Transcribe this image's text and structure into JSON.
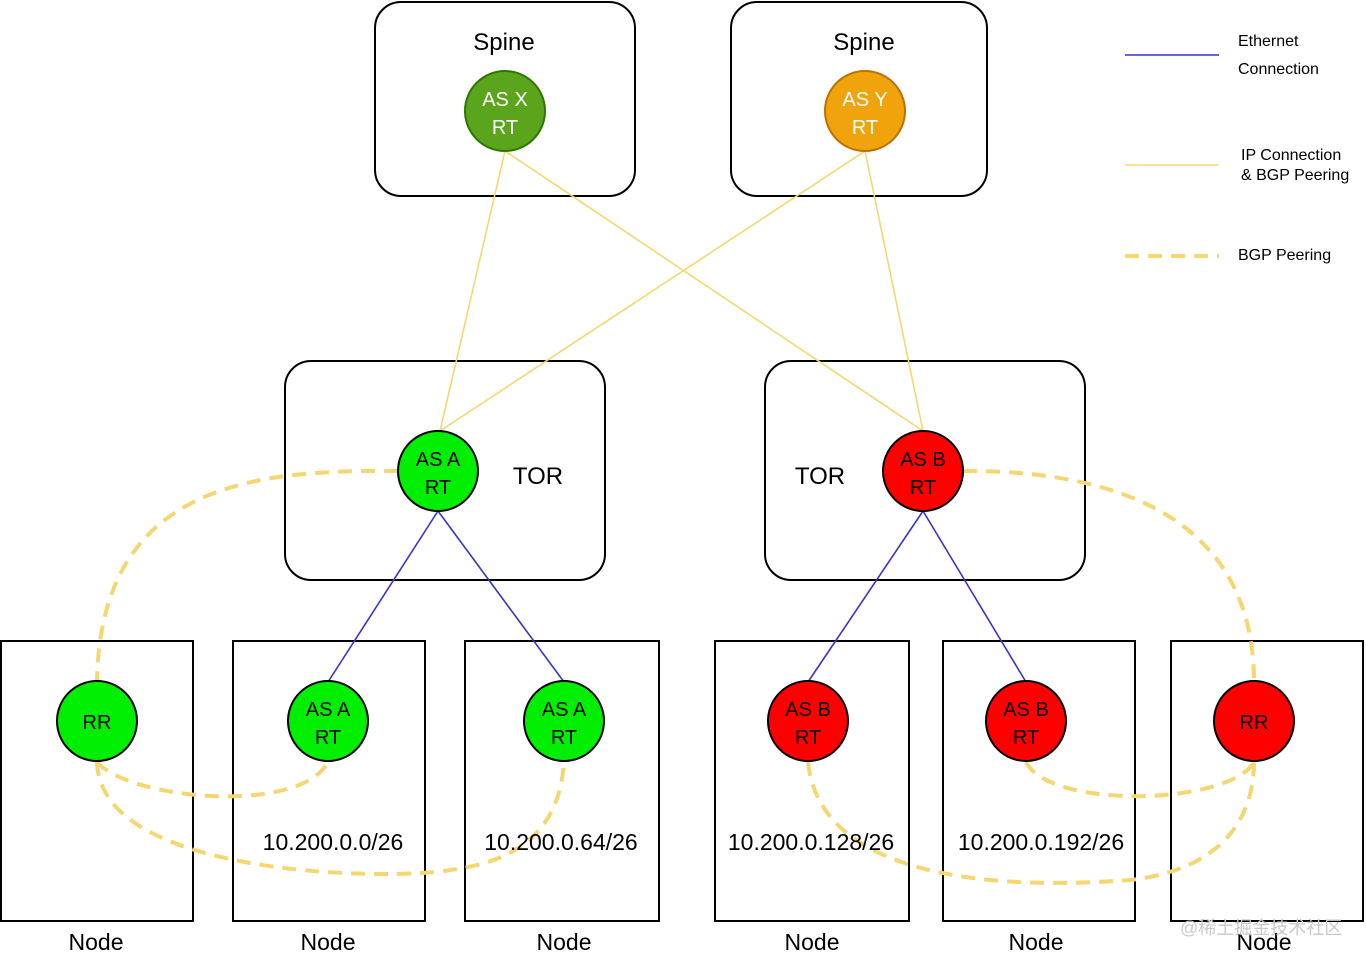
{
  "legend": {
    "ethernet_line1": "Ethernet",
    "ethernet_line2": "Connection",
    "ip_line1": "IP Connection",
    "ip_line2": "& BGP Peering",
    "bgp": "BGP Peering"
  },
  "spine_left": {
    "title": "Spine",
    "router_line1": "AS X",
    "router_line2": "RT",
    "color": "#5aa51b"
  },
  "spine_right": {
    "title": "Spine",
    "router_line1": "AS Y",
    "router_line2": "RT",
    "color": "#f0a30a"
  },
  "tor_left": {
    "title": "TOR",
    "router_line1": "AS A",
    "router_line2": "RT",
    "color": "#00ee00"
  },
  "tor_right": {
    "title": "TOR",
    "router_line1": "AS B",
    "router_line2": "RT",
    "color": "#ff0000"
  },
  "nodes": [
    {
      "label": "Node",
      "router_line1": "RR",
      "router_line2": "",
      "subnet": "",
      "color": "#00ee00"
    },
    {
      "label": "Node",
      "router_line1": "AS A",
      "router_line2": "RT",
      "subnet": "10.200.0.0/26",
      "color": "#00ee00"
    },
    {
      "label": "Node",
      "router_line1": "AS A",
      "router_line2": "RT",
      "subnet": "10.200.0.64/26",
      "color": "#00ee00"
    },
    {
      "label": "Node",
      "router_line1": "AS B",
      "router_line2": "RT",
      "subnet": "10.200.0.128/26",
      "color": "#ff0000"
    },
    {
      "label": "Node",
      "router_line1": "AS B",
      "router_line2": "RT",
      "subnet": "10.200.0.192/26",
      "color": "#ff0000"
    },
    {
      "label": "Node",
      "router_line1": "RR",
      "router_line2": "",
      "subnet": "",
      "color": "#ff0000"
    }
  ],
  "watermark": "@稀土掘金技术社区",
  "colors": {
    "ethernet": "#3535c8",
    "ip_bgp": "#f6d670"
  }
}
